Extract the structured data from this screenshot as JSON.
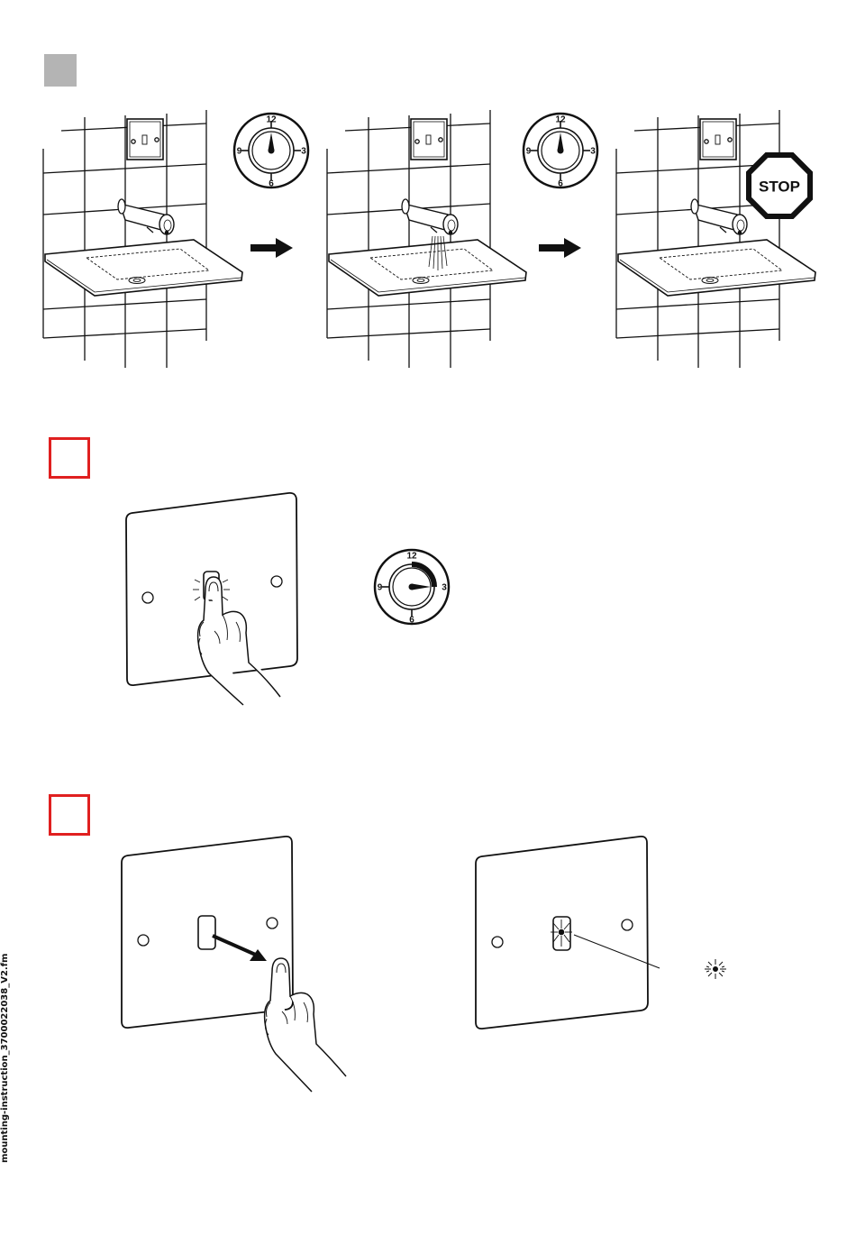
{
  "clock_labels": {
    "twelve": "12",
    "three": "3",
    "six": "6",
    "nine": "9"
  },
  "stop_sign": {
    "text": "STOP"
  },
  "side_label": "mounting-instruction_3700022038_V2.fm",
  "colors": {
    "step_gray": "#b4b4b4",
    "step_red": "#e02020",
    "line": "#111111"
  }
}
